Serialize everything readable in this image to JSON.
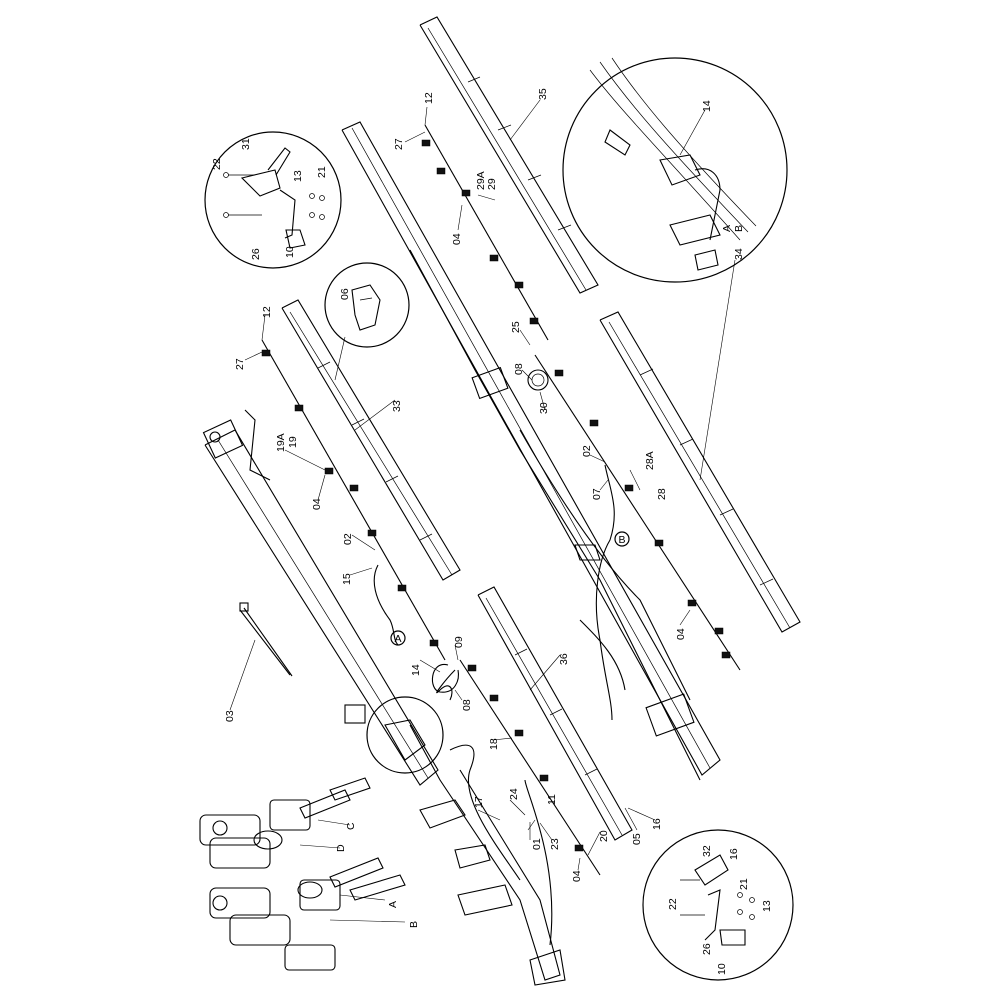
{
  "diagram": {
    "colors": {
      "ink": "#000000",
      "background": "#ffffff"
    },
    "callouts": [
      {
        "id": "c-12-top",
        "text": "12"
      },
      {
        "id": "c-27-top",
        "text": "27"
      },
      {
        "id": "c-35",
        "text": "35"
      },
      {
        "id": "c-29A",
        "text": "29A"
      },
      {
        "id": "c-29",
        "text": "29"
      },
      {
        "id": "c-04-top",
        "text": "04"
      },
      {
        "id": "c-25",
        "text": "25"
      },
      {
        "id": "c-08-mid",
        "text": "08"
      },
      {
        "id": "c-30",
        "text": "30"
      },
      {
        "id": "c-02-right",
        "text": "02"
      },
      {
        "id": "c-28A",
        "text": "28A"
      },
      {
        "id": "c-28",
        "text": "28"
      },
      {
        "id": "c-07",
        "text": "07"
      },
      {
        "id": "c-34",
        "text": "34"
      },
      {
        "id": "c-04-right",
        "text": "04"
      },
      {
        "id": "c-06",
        "text": "06"
      },
      {
        "id": "c-12-left",
        "text": "12"
      },
      {
        "id": "c-27-left",
        "text": "27"
      },
      {
        "id": "c-33",
        "text": "33"
      },
      {
        "id": "c-19A",
        "text": "19A"
      },
      {
        "id": "c-19",
        "text": "19"
      },
      {
        "id": "c-04-left",
        "text": "04"
      },
      {
        "id": "c-02-left",
        "text": "02"
      },
      {
        "id": "c-15",
        "text": "15"
      },
      {
        "id": "c-09",
        "text": "09"
      },
      {
        "id": "c-14-mid",
        "text": "14"
      },
      {
        "id": "c-08-low",
        "text": "08"
      },
      {
        "id": "c-36",
        "text": "36"
      },
      {
        "id": "c-18",
        "text": "18"
      },
      {
        "id": "c-03",
        "text": "03"
      },
      {
        "id": "c-17",
        "text": "17"
      },
      {
        "id": "c-24",
        "text": "24"
      },
      {
        "id": "c-11",
        "text": "11"
      },
      {
        "id": "c-01",
        "text": "01"
      },
      {
        "id": "c-23",
        "text": "23"
      },
      {
        "id": "c-20",
        "text": "20"
      },
      {
        "id": "c-05",
        "text": "05"
      },
      {
        "id": "c-16-mid",
        "text": "16"
      },
      {
        "id": "c-04-bottom",
        "text": "04"
      },
      {
        "id": "c-A-valve",
        "text": "A"
      },
      {
        "id": "c-B-valve",
        "text": "B"
      },
      {
        "id": "c-C-valve",
        "text": "C"
      },
      {
        "id": "c-D-valve",
        "text": "D"
      }
    ],
    "markers": [
      {
        "id": "m-A",
        "text": "A"
      },
      {
        "id": "m-B",
        "text": "B"
      }
    ],
    "detail_top_left": {
      "labels": [
        "31",
        "22",
        "13",
        "21",
        "26",
        "10"
      ]
    },
    "detail_top_right": {
      "labels": [
        "14",
        "A",
        "B"
      ]
    },
    "detail_bottom_right": {
      "labels": [
        "32",
        "16",
        "22",
        "21",
        "13",
        "26",
        "10"
      ]
    }
  }
}
